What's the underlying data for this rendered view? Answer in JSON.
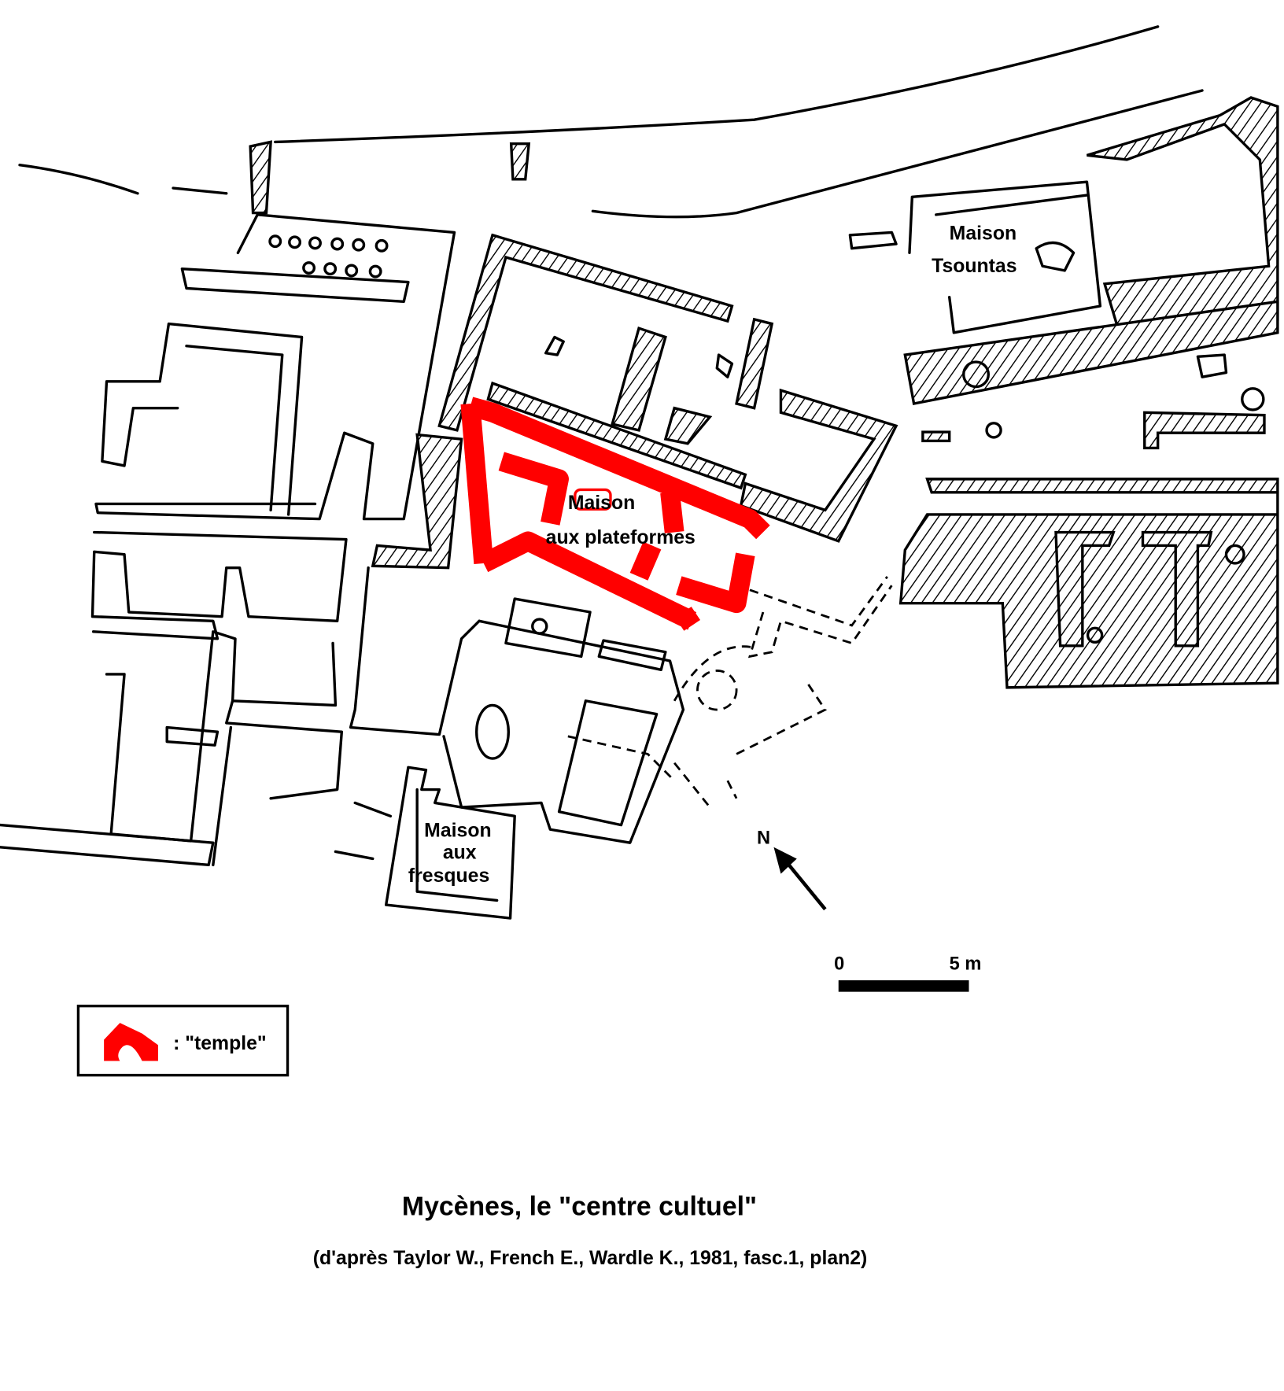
{
  "labels": {
    "tsountas": [
      "Maison",
      "Tsountas"
    ],
    "plateformes": [
      "Maison",
      "aux plateformes"
    ],
    "fresques": [
      "Maison",
      "aux",
      "fresques"
    ]
  },
  "north": "N",
  "scale": {
    "start": "0",
    "end": "5 m"
  },
  "legend": {
    "text": ": \"temple\"",
    "color": "#ff0000"
  },
  "title": "Mycènes, le \"centre cultuel\"",
  "subtitle": "(d'après Taylor W., French E., Wardle K., 1981, fasc.1, plan2)"
}
